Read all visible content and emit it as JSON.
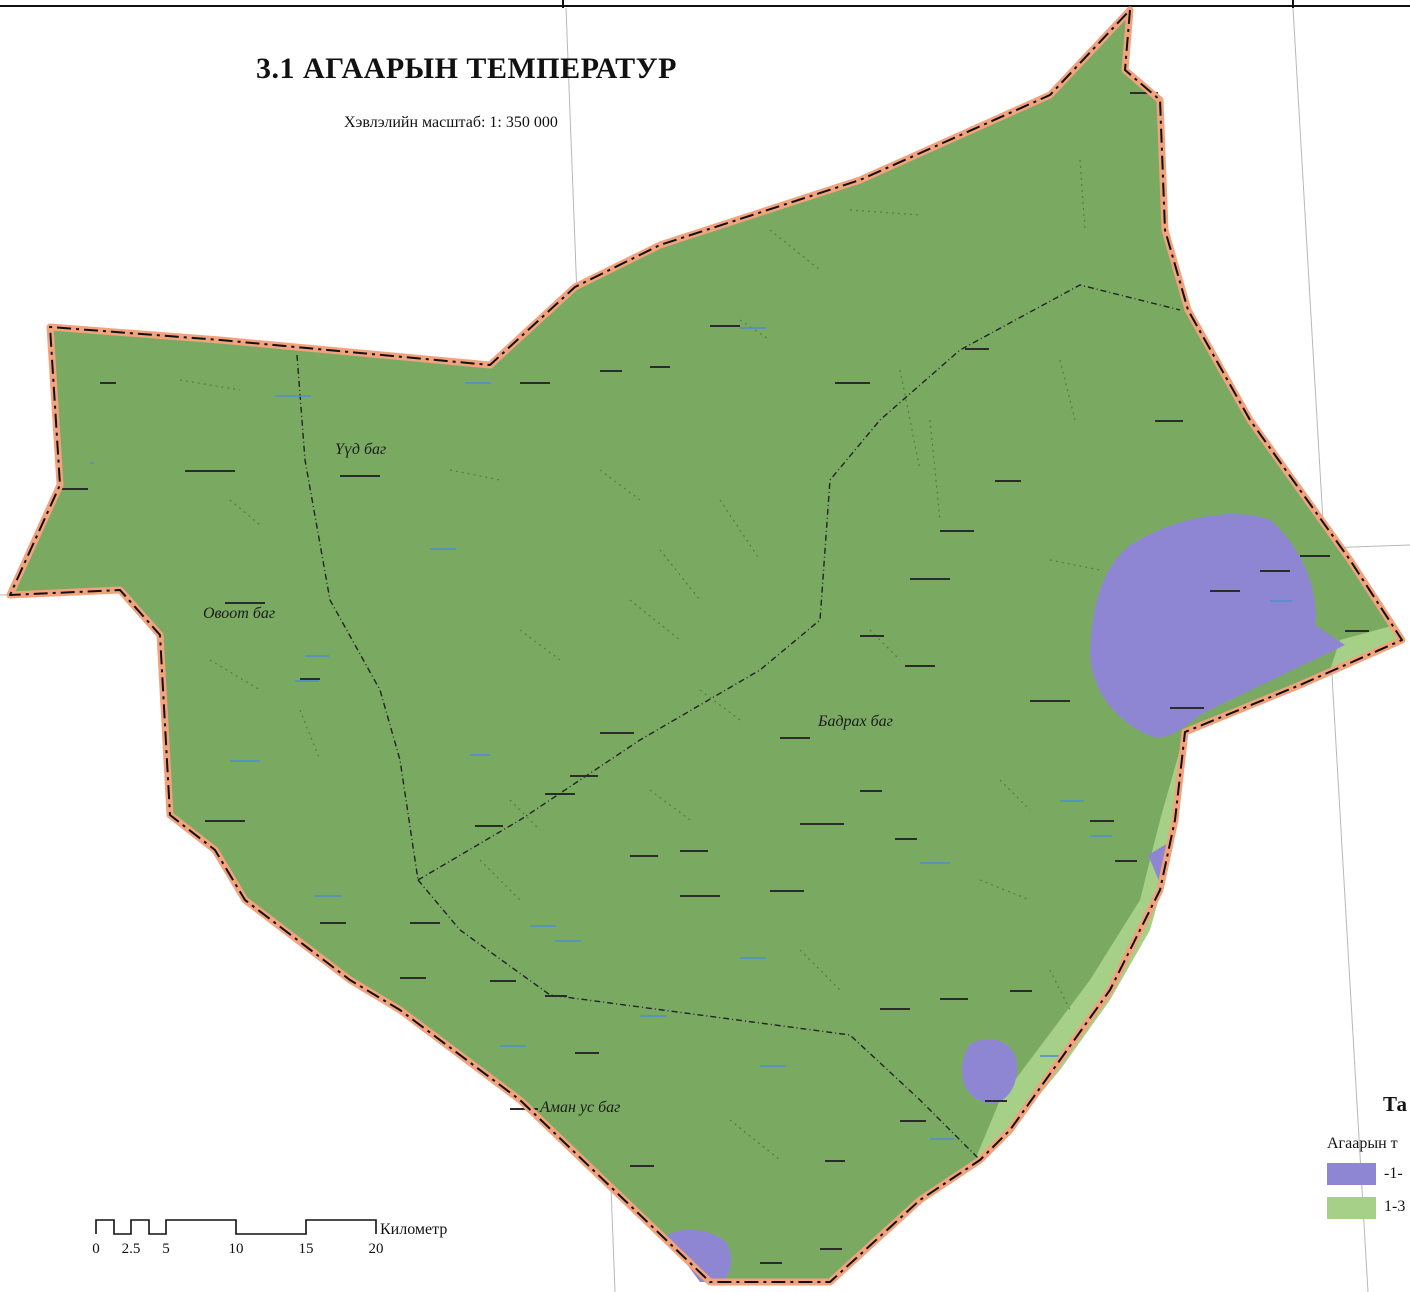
{
  "title": "3.1 АГААРЫН ТЕМПЕРАТУР",
  "scale_text": "Хэвлэлийн масштаб: 1: 350 000",
  "bags": [
    {
      "name": "Үүд баг"
    },
    {
      "name": "Овоот баг"
    },
    {
      "name": "Бадрах баг"
    },
    {
      "name": "Аман ус баг"
    }
  ],
  "legend": {
    "title": "Та",
    "subtitle": "Агаарын т",
    "items": [
      {
        "label": "-1-",
        "color": "#8f86d3"
      },
      {
        "label": "1-3",
        "color": "#a6cf88"
      }
    ]
  },
  "scale_bar": {
    "unit": "Километр",
    "ticks": [
      "0",
      "2.5",
      "5",
      "10",
      "15",
      "20"
    ]
  },
  "colors": {
    "territory_fill": "#7aaa62",
    "boundary_line": "#f2a27d",
    "boundary_dash": "#111111",
    "graticule": "#b8b8b8",
    "cold_zone": "#8f86d3",
    "warm_zone": "#a6cf88"
  }
}
